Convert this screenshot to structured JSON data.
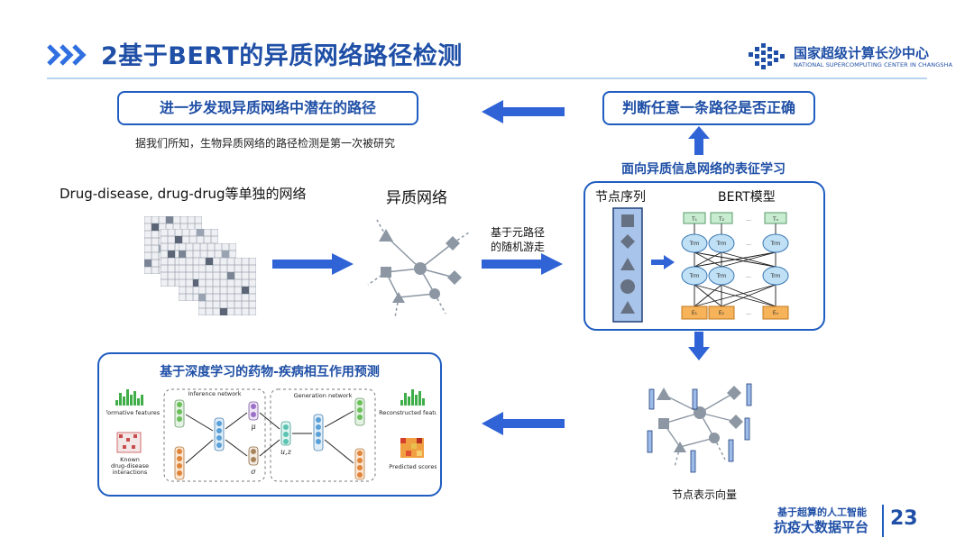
{
  "header": {
    "title": "2基于BERT的异质网络路径检测",
    "logo_cn": "国家超级计算长沙中心",
    "logo_en": "NATIONAL SUPERCOMPUTING CENTER IN CHANGSHA"
  },
  "top_left_box": "进一步发现异质网络中潜在的路径",
  "top_right_box": "判断任意一条路径是否正确",
  "note": "据我们所知，生物异质网络的路径检测是第一次被研究",
  "single_network_caption": "Drug-disease, drug-drug等单独的网络",
  "hetero_caption": "异质网络",
  "walk_label_line1": "基于元路径",
  "walk_label_line2": "的随机游走",
  "bert_section_title": "面向异质信息网络的表征学习",
  "bert_box": {
    "node_seq_label": "节点序列",
    "model_label": "BERT模型",
    "t_labels": [
      "T₁",
      "T₂",
      "...",
      "Tₙ"
    ],
    "trm_label": "Trm",
    "e_labels": [
      "E₁",
      "E₂",
      "...",
      "Eₙ"
    ]
  },
  "node_vector_caption": "节点表示向量",
  "bottom_box": {
    "title": "基于深度学习的药物-疾病相互作用预测",
    "informative_features": "Informative features",
    "known_interactions_1": "Known",
    "known_interactions_2": "drug-disease",
    "known_interactions_3": "interactions",
    "inference_network": "Inference network",
    "generation_network": "Generation network",
    "mu": "μ",
    "sigma": "σ",
    "uz": "u,z",
    "reconstructed_features": "Reconstructed features",
    "predicted_scores": "Predicted scores"
  },
  "footer": {
    "small": "基于超算的人工智能",
    "big": "抗疫大数据平台",
    "page": "23"
  }
}
